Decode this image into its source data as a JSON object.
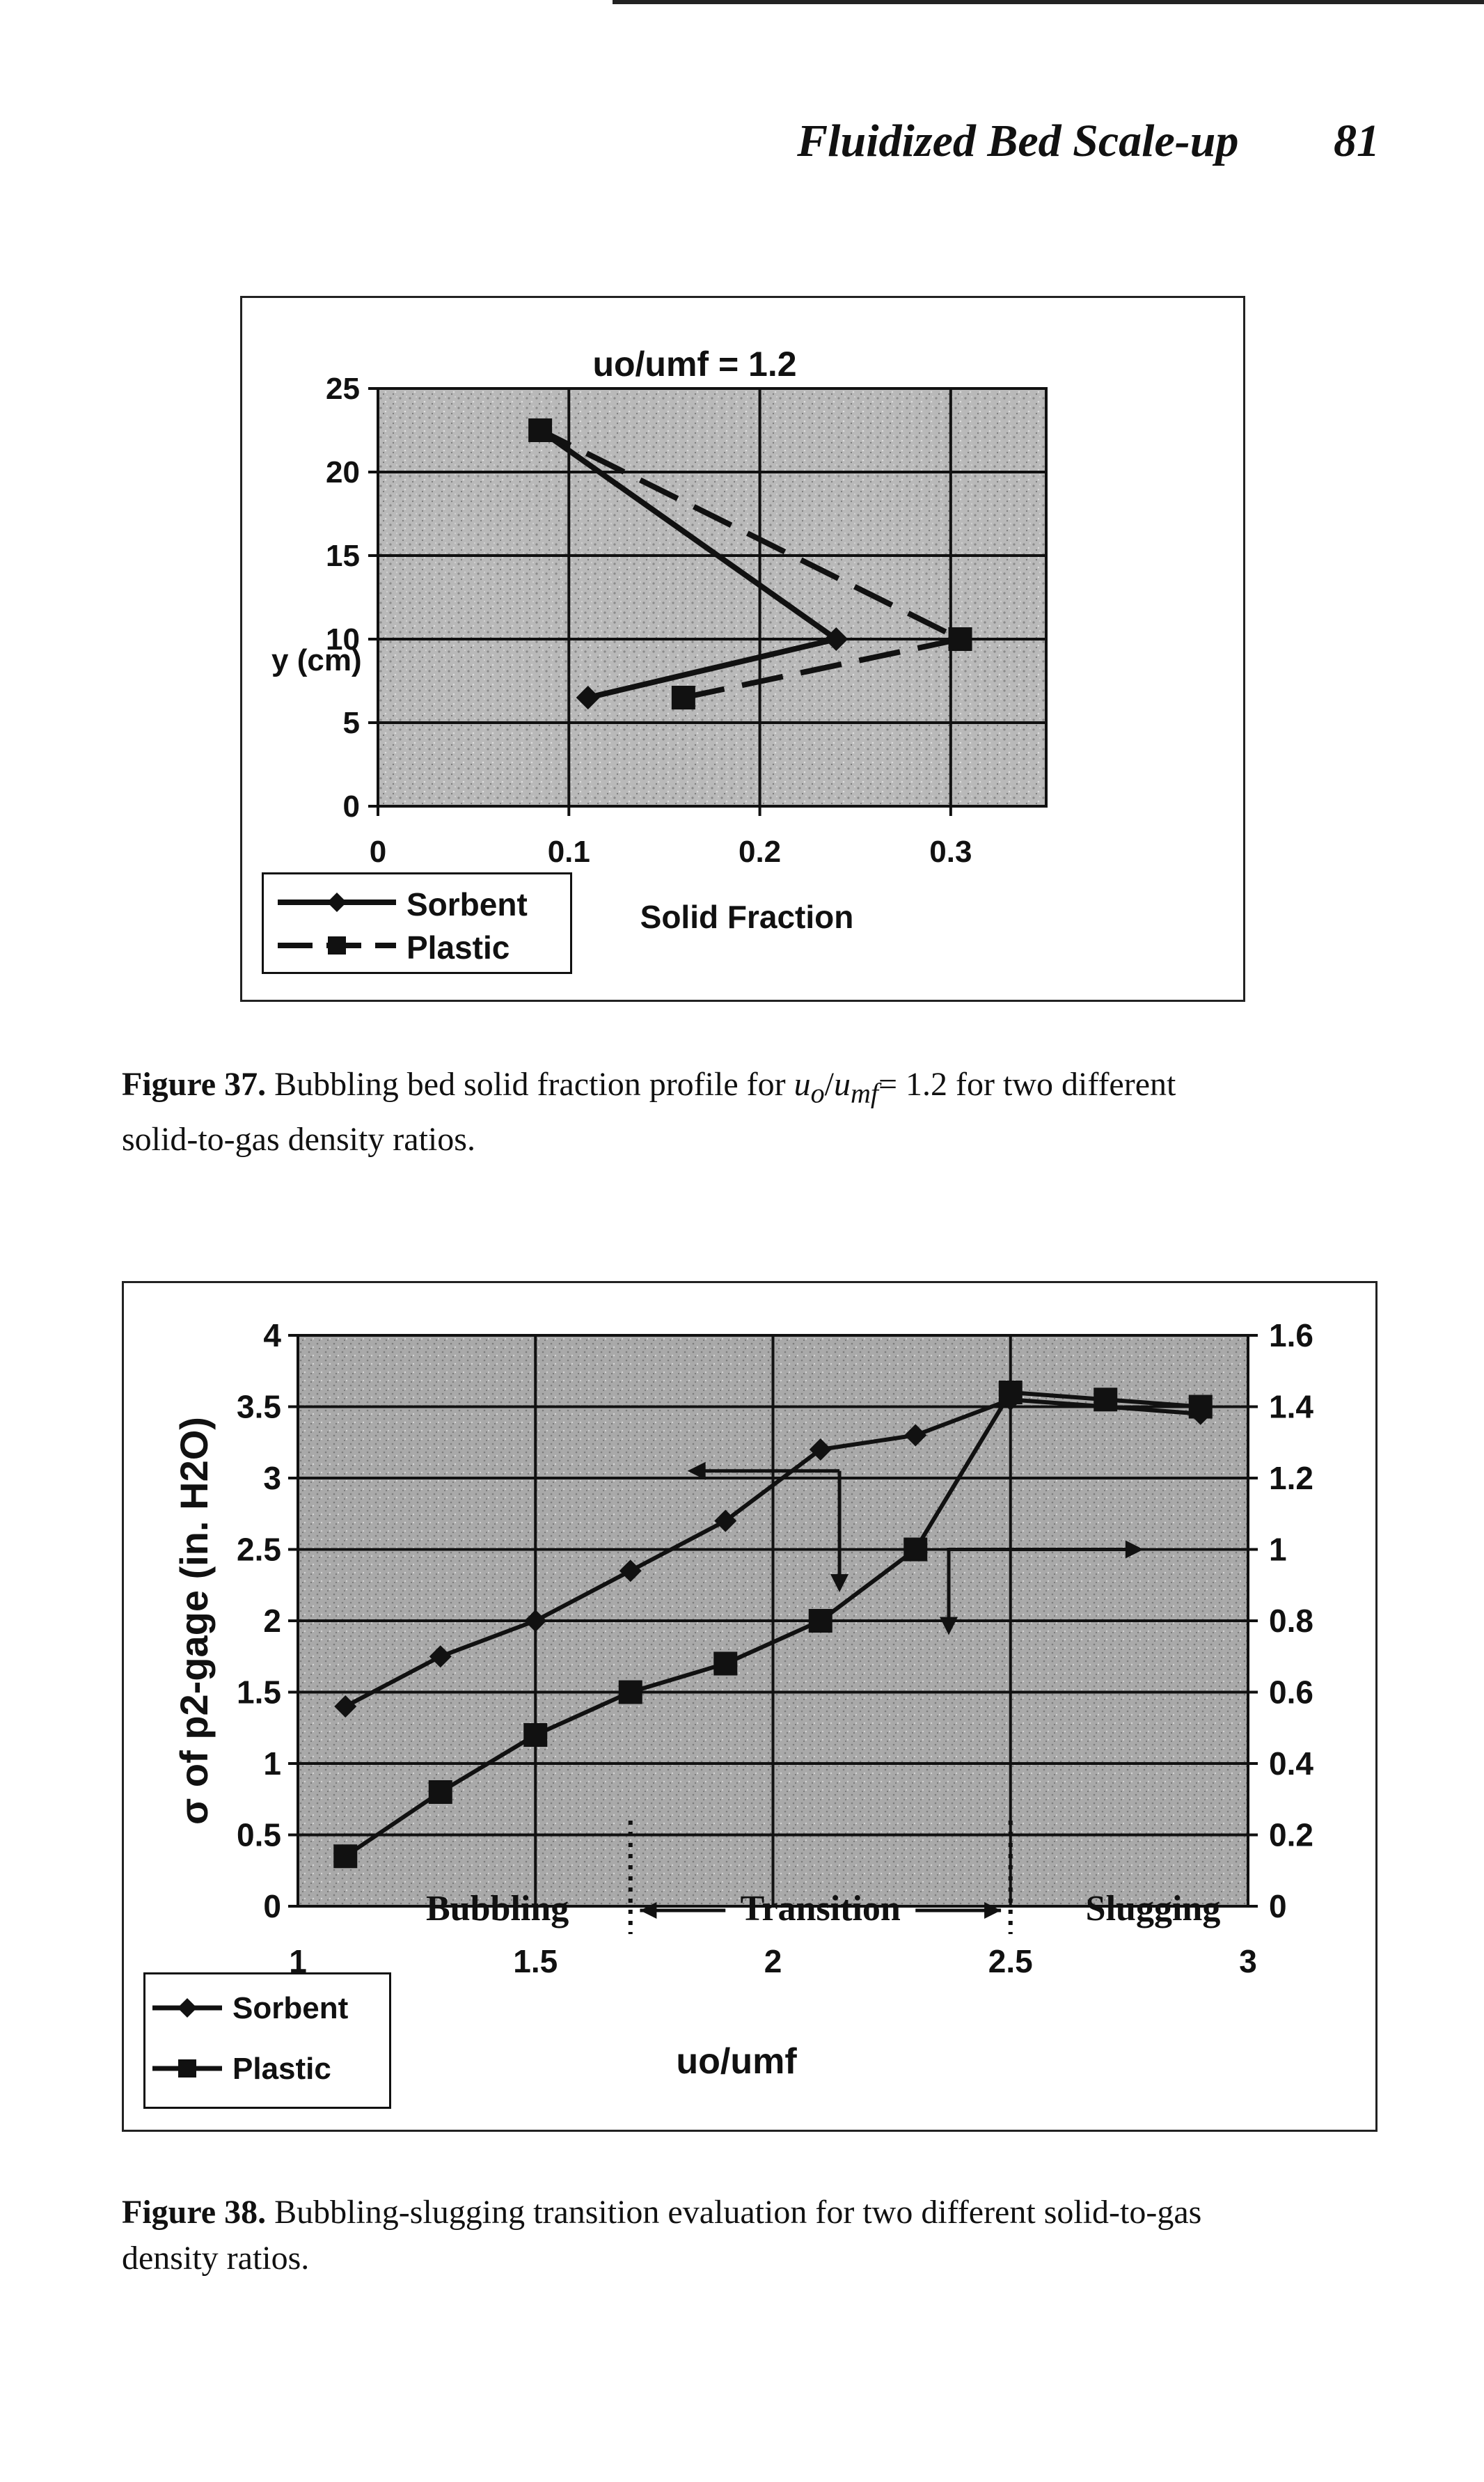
{
  "header": {
    "title": "Fluidized Bed Scale-up",
    "page_number": "81"
  },
  "figure37": {
    "caption_label": "Figure 37.",
    "caption_text": "Bubbling bed solid fraction profile for u_o/u_mf = 1.2 for two different solid-to-gas density ratios.",
    "caption_part1": " Bubbling bed solid fraction profile for ",
    "caption_var": "u",
    "caption_sub_o": "o",
    "caption_slash": "/",
    "caption_sub_mf": "mf",
    "caption_part2": "= 1.2 for two different",
    "caption_part3": "solid-to-gas density ratios."
  },
  "figure38": {
    "caption_label": "Figure 38.",
    "caption_part1": " Bubbling-slugging transition evaluation for two different solid-to-gas",
    "caption_part2": "density ratios."
  },
  "chart_data": [
    {
      "type": "line",
      "title": "uo/umf = 1.2",
      "xlabel": "Solid Fraction",
      "ylabel": "y (cm)",
      "xlim": [
        0,
        0.35
      ],
      "ylim": [
        0,
        25
      ],
      "xticks": [
        "0",
        "0.1",
        "0.2",
        "0.3"
      ],
      "yticks": [
        "0",
        "5",
        "10",
        "15",
        "20",
        "25"
      ],
      "grid": true,
      "legend": "bottom-left",
      "series": [
        {
          "name": "Sorbent",
          "marker": "diamond",
          "line": "solid",
          "color": "#111111",
          "x": [
            0.11,
            0.24,
            0.085
          ],
          "y": [
            6.5,
            10,
            22.5
          ]
        },
        {
          "name": "Plastic",
          "marker": "square",
          "line": "dashed",
          "color": "#111111",
          "x": [
            0.16,
            0.305,
            0.085
          ],
          "y": [
            6.5,
            10,
            22.5
          ]
        }
      ]
    },
    {
      "type": "line",
      "xlabel": "uo/umf",
      "ylabel": "σ of p2-gage (in. H2O)",
      "xlim": [
        1,
        3
      ],
      "ylim": [
        0,
        4
      ],
      "y2lim": [
        0,
        1.6
      ],
      "xticks": [
        "1",
        "1.5",
        "2",
        "2.5",
        "3"
      ],
      "yticks": [
        "0",
        "0.5",
        "1",
        "1.5",
        "2",
        "2.5",
        "3",
        "3.5",
        "4"
      ],
      "y2ticks": [
        "0",
        "0.2",
        "0.4",
        "0.6",
        "0.8",
        "1",
        "1.2",
        "1.4",
        "1.6"
      ],
      "grid": true,
      "legend": "bottom-left",
      "regions": [
        "Bubbling",
        "Transition",
        "Slugging"
      ],
      "region_boundaries": [
        1.7,
        2.5
      ],
      "series": [
        {
          "name": "Sorbent",
          "marker": "diamond",
          "color": "#111111",
          "x": [
            1.1,
            1.3,
            1.5,
            1.7,
            1.9,
            2.1,
            2.3,
            2.5,
            2.9
          ],
          "y": [
            1.4,
            1.75,
            2.0,
            2.35,
            2.7,
            3.2,
            3.3,
            3.55,
            3.45
          ]
        },
        {
          "name": "Plastic",
          "marker": "square",
          "color": "#111111",
          "x": [
            1.1,
            1.3,
            1.5,
            1.7,
            1.9,
            2.1,
            2.3,
            2.5,
            2.7,
            2.9
          ],
          "y": [
            0.35,
            0.8,
            1.2,
            1.5,
            1.7,
            2.0,
            2.5,
            3.6,
            3.55,
            3.5
          ]
        }
      ]
    }
  ]
}
